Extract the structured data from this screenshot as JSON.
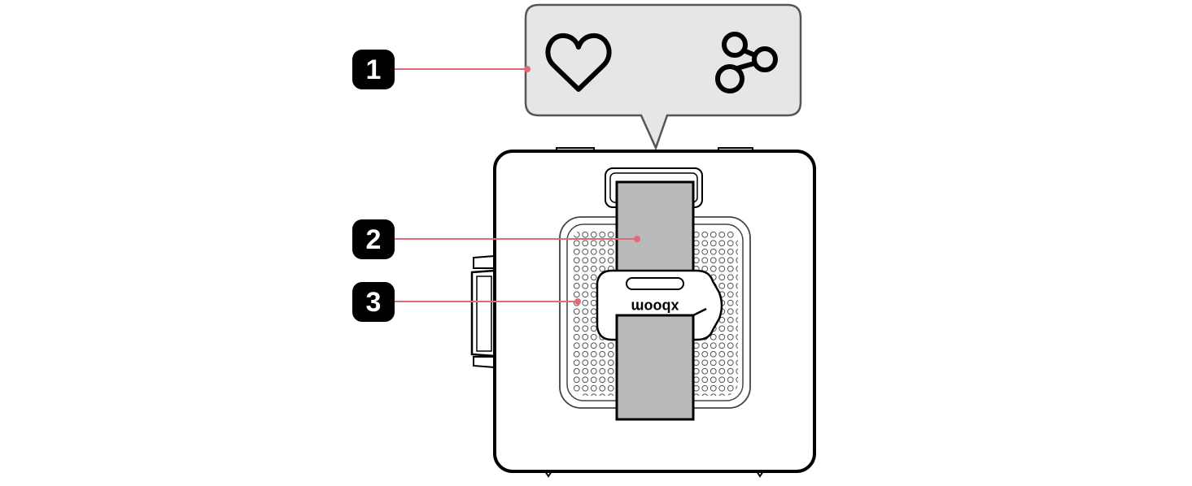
{
  "callouts": [
    {
      "number": "1",
      "target": "top-buttons-panel"
    },
    {
      "number": "2",
      "target": "strap"
    },
    {
      "number": "3",
      "target": "speaker-grille"
    }
  ],
  "device": {
    "brand_logo": "xboom",
    "icons": [
      "heart-icon",
      "link-icon"
    ]
  },
  "colors": {
    "leader_line": "#e06a78",
    "strap": "#b9babc",
    "badge": "#000000",
    "panel_fill": "#e6e6e6",
    "outline": "#000000"
  }
}
